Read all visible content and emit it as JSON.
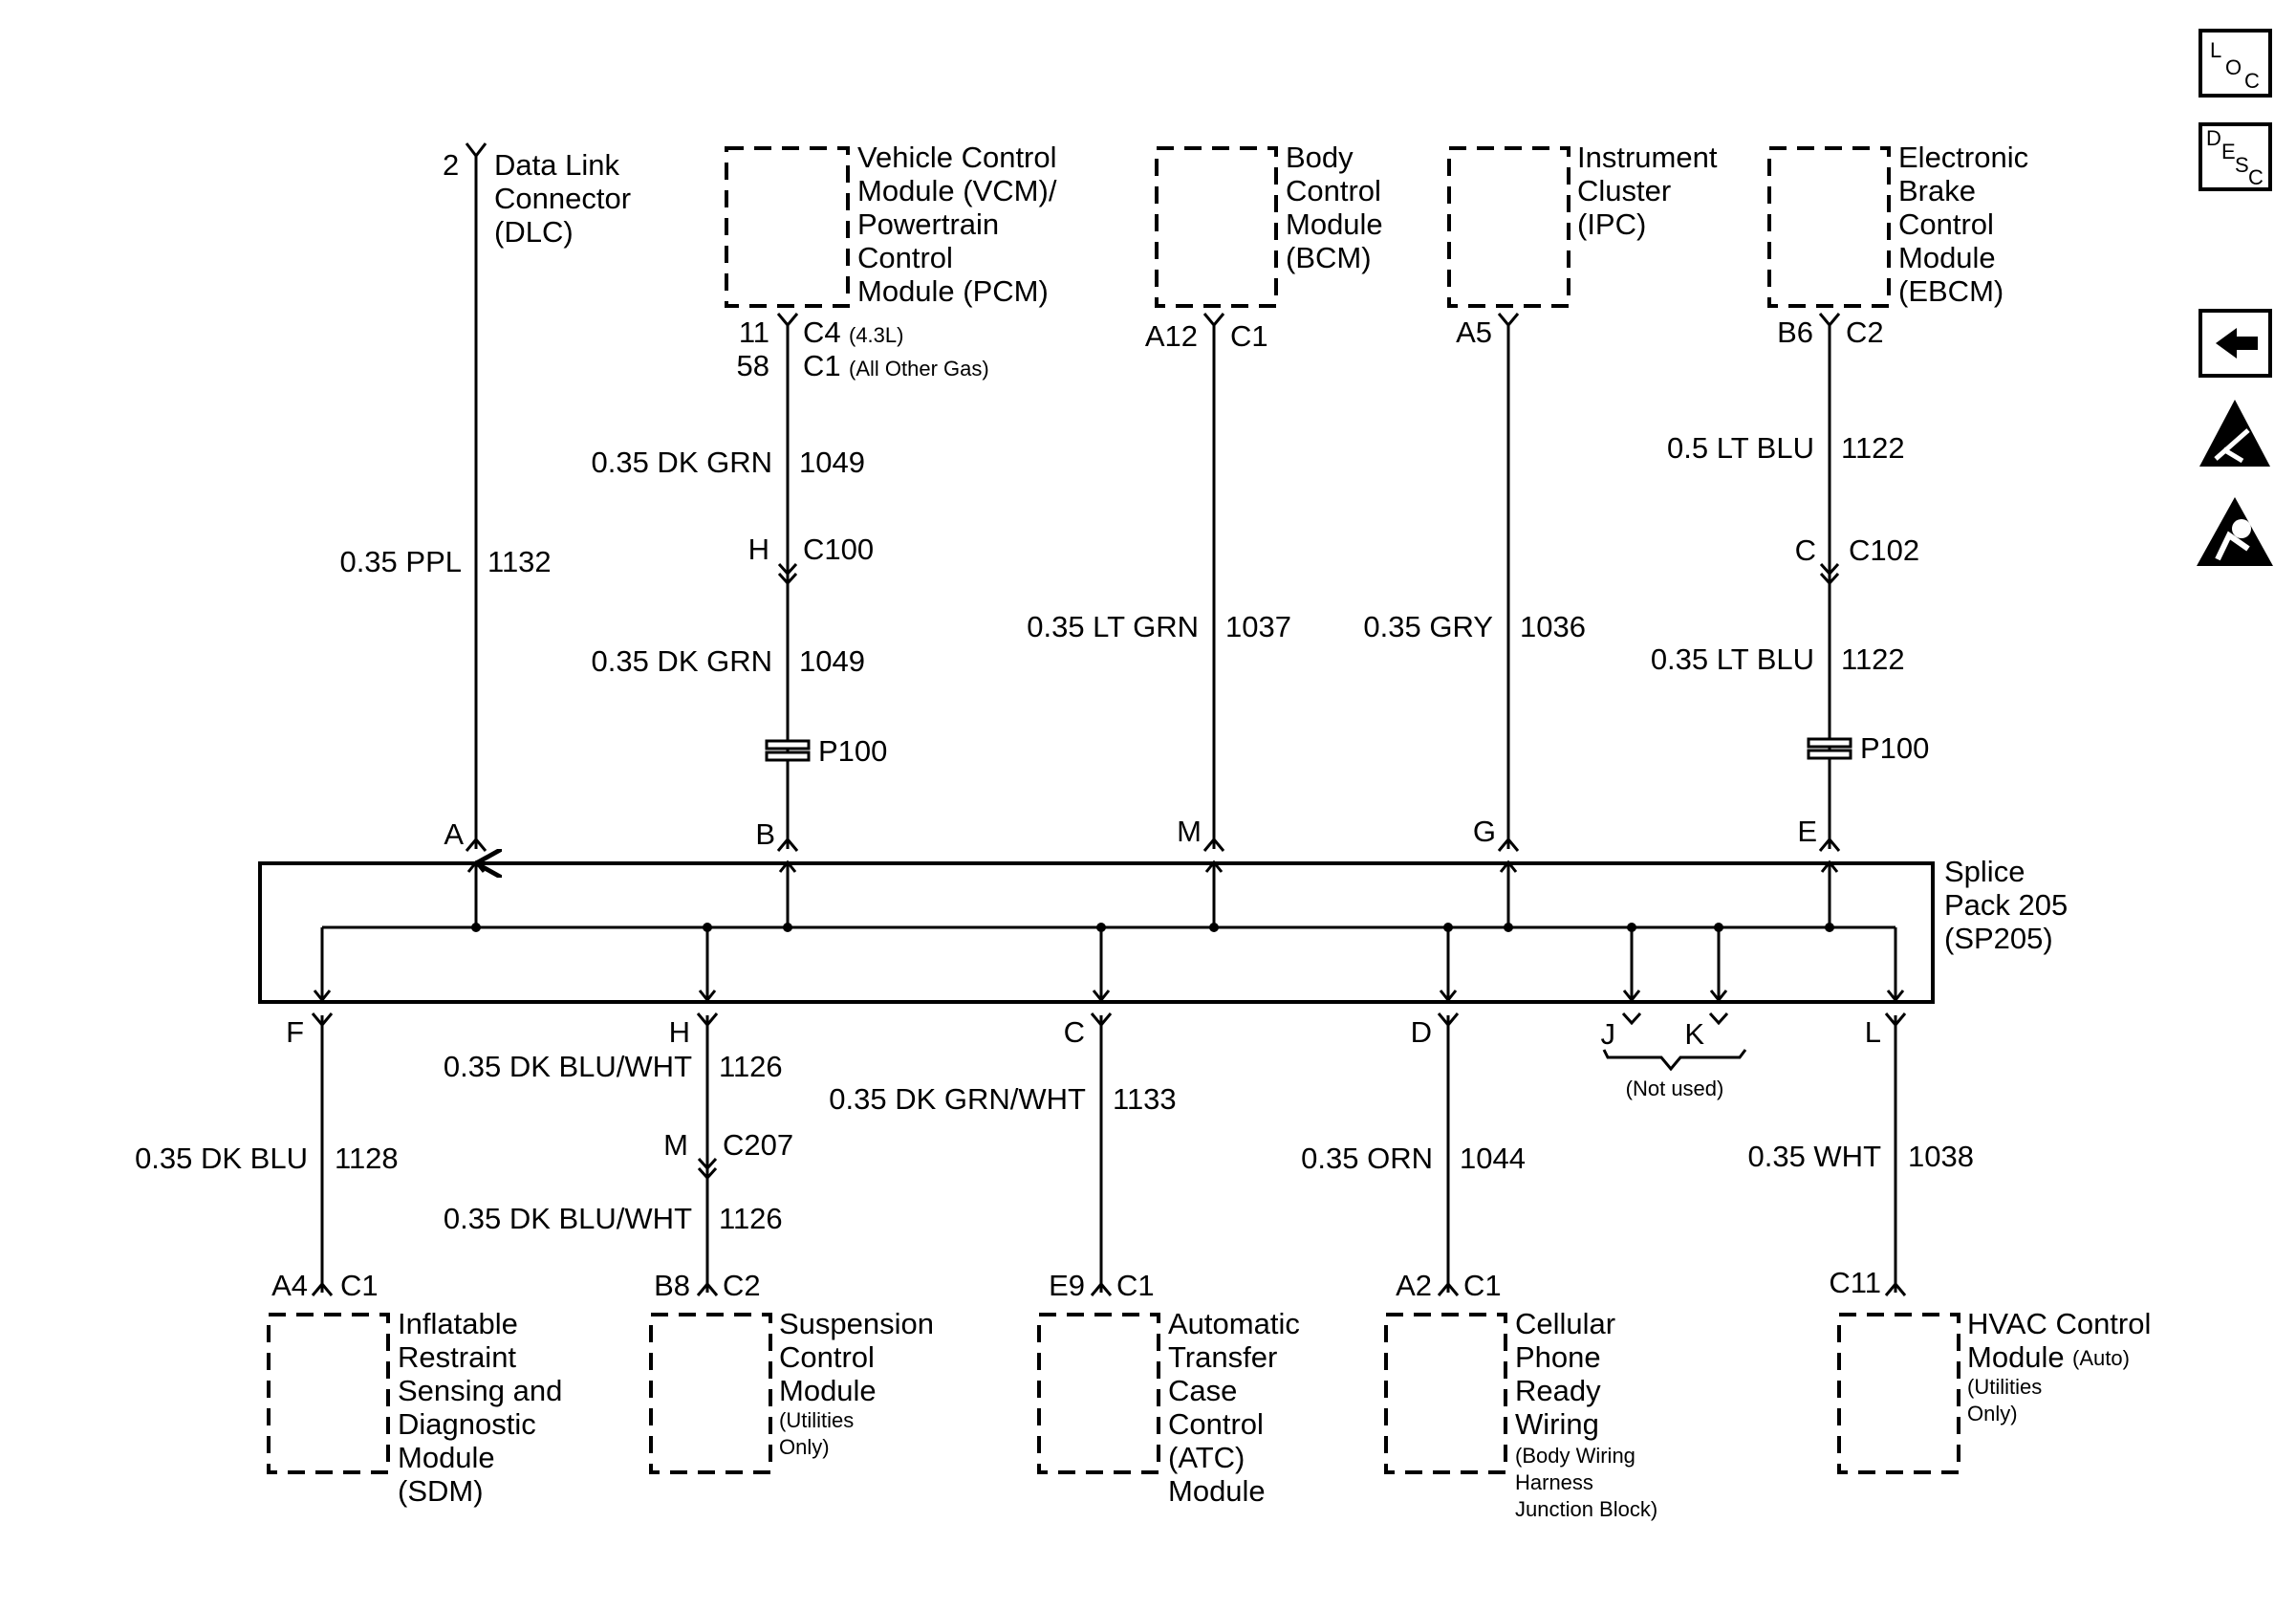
{
  "side_icons": {
    "loc": {
      "l1": "L",
      "l2": "O",
      "l3": "C"
    },
    "desc": {
      "l1": "D",
      "l2": "E",
      "l3": "S",
      "l4": "C"
    }
  },
  "top": {
    "dlc": {
      "pin": "2",
      "name": [
        "Data Link",
        "Connector",
        "(DLC)"
      ],
      "wire_size": "0.35 PPL",
      "circuit": "1132",
      "splice_pin": "A"
    },
    "pcm": {
      "name": [
        "Vehicle Control",
        "Module (VCM)/",
        "Powertrain",
        "Control",
        "Module (PCM)"
      ],
      "pin1": "11",
      "conn1": "C4",
      "note1": "(4.3L)",
      "pin2": "58",
      "conn2": "C1",
      "note2": "(All Other Gas)",
      "wire1_size": "0.35 DK GRN",
      "wire1_circuit": "1049",
      "inline_pin": "H",
      "inline_conn": "C100",
      "wire2_size": "0.35 DK GRN",
      "wire2_circuit": "1049",
      "passthru": "P100",
      "splice_pin": "B"
    },
    "bcm": {
      "name": [
        "Body",
        "Control",
        "Module",
        "(BCM)"
      ],
      "pin": "A12",
      "conn": "C1",
      "wire_size": "0.35 LT GRN",
      "circuit": "1037",
      "splice_pin": "M"
    },
    "ipc": {
      "name": [
        "Instrument",
        "Cluster",
        "(IPC)"
      ],
      "pin": "A5",
      "wire_size": "0.35 GRY",
      "circuit": "1036",
      "splice_pin": "G"
    },
    "ebcm": {
      "name": [
        "Electronic",
        "Brake",
        "Control",
        "Module",
        "(EBCM)"
      ],
      "pin": "B6",
      "conn": "C2",
      "wire1_size": "0.5 LT BLU",
      "wire1_circuit": "1122",
      "inline_pin": "C",
      "inline_conn": "C102",
      "wire2_size": "0.35 LT BLU",
      "wire2_circuit": "1122",
      "passthru": "P100",
      "splice_pin": "E"
    }
  },
  "splice_pack": {
    "name": [
      "Splice",
      "Pack 205",
      "(SP205)"
    ]
  },
  "bottom": {
    "sdm": {
      "splice_pin": "F",
      "wire_size": "0.35 DK BLU",
      "circuit": "1128",
      "pin": "A4",
      "conn": "C1",
      "name": [
        "Inflatable",
        "Restraint",
        "Sensing and",
        "Diagnostic",
        "Module",
        "(SDM)"
      ]
    },
    "susp": {
      "splice_pin": "H",
      "wire1_size": "0.35 DK BLU/WHT",
      "wire1_circuit": "1126",
      "inline_pin": "M",
      "inline_conn": "C207",
      "wire2_size": "0.35 DK BLU/WHT",
      "wire2_circuit": "1126",
      "pin": "B8",
      "conn": "C2",
      "name": [
        "Suspension",
        "Control",
        "Module"
      ],
      "note": [
        "(Utilities",
        "Only)"
      ]
    },
    "atc": {
      "splice_pin": "C",
      "wire_size": "0.35 DK GRN/WHT",
      "circuit": "1133",
      "pin": "E9",
      "conn": "C1",
      "name": [
        "Automatic",
        "Transfer",
        "Case",
        "Control",
        "(ATC)",
        "Module"
      ]
    },
    "cell": {
      "splice_pin": "D",
      "wire_size": "0.35 ORN",
      "circuit": "1044",
      "pin": "A2",
      "conn": "C1",
      "name": [
        "Cellular",
        "Phone",
        "Ready",
        "Wiring"
      ],
      "note": [
        "(Body Wiring",
        "Harness",
        "Junction Block)"
      ]
    },
    "unused": {
      "pin1": "J",
      "pin2": "K",
      "note": "(Not used)"
    },
    "hvac": {
      "splice_pin": "L",
      "wire_size": "0.35 WHT",
      "circuit": "1038",
      "pin": "C11",
      "name1": "HVAC Control",
      "name2": "Module",
      "name2_note": "(Auto)",
      "note": [
        "(Utilities",
        "Only)"
      ]
    }
  }
}
